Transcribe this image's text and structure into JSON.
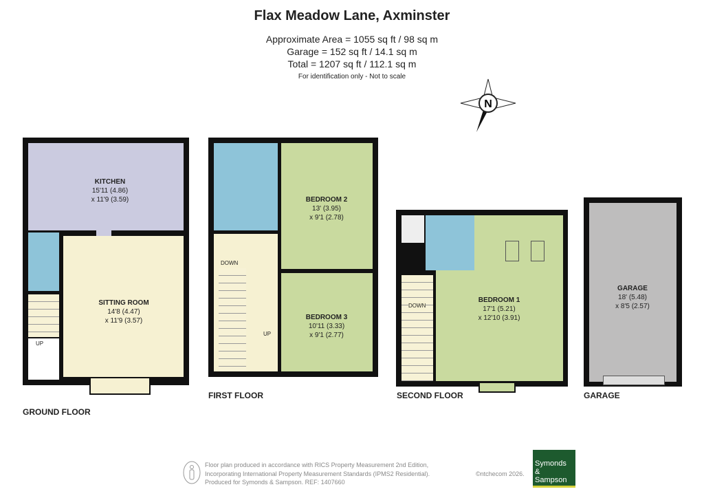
{
  "header": {
    "title": "Flax Meadow Lane, Axminster",
    "area": "Approximate Area = 1055 sq ft / 98 sq m",
    "garage": "Garage = 152 sq ft / 14.1 sq m",
    "total": "Total = 1207 sq ft / 112.1 sq m",
    "note": "For identification only - Not to scale"
  },
  "compass": {
    "label": "N",
    "icon": "compass-icon"
  },
  "floors": {
    "ground": {
      "name": "GROUND FLOOR",
      "rooms": [
        {
          "name": "KITCHEN",
          "d1": "15'11 (4.86)",
          "d2": "x 11'9 (3.59)"
        },
        {
          "name": "SITTING ROOM",
          "d1": "14'8 (4.47)",
          "d2": "x 11'9 (3.57)"
        }
      ],
      "stairs": "UP"
    },
    "first": {
      "name": "FIRST FLOOR",
      "rooms": [
        {
          "name": "BEDROOM 2",
          "d1": "13' (3.95)",
          "d2": "x 9'1 (2.78)"
        },
        {
          "name": "BEDROOM 3",
          "d1": "10'11 (3.33)",
          "d2": "x 9'1 (2.77)"
        }
      ],
      "down": "DOWN",
      "up": "UP"
    },
    "second": {
      "name": "SECOND FLOOR",
      "rooms": [
        {
          "name": "BEDROOM 1",
          "d1": "17'1 (5.21)",
          "d2": "x 12'10 (3.91)"
        }
      ],
      "down": "DOWN"
    },
    "garage": {
      "name": "GARAGE",
      "rooms": [
        {
          "name": "GARAGE",
          "d1": "18' (5.48)",
          "d2": "x 8'5 (2.57)"
        }
      ]
    }
  },
  "colors": {
    "kitchen": "#cbcbe0",
    "bathroom": "#8ec4d9",
    "sitting": "#f6f1d2",
    "bedroom": "#c9da9f",
    "garage": "#bebdbd",
    "brand": "#1d5a2e"
  },
  "footer": {
    "line1": "Floor plan produced in accordance with RICS Property Measurement 2nd Edition,",
    "line2": "Incorporating International Property Measurement Standards (IPMS2 Residential).",
    "copyright": "©ntchecom 2026.",
    "line3": "Produced for Symonds & Sampson.   REF: 1407660",
    "logo": "Symonds & Sampson"
  }
}
